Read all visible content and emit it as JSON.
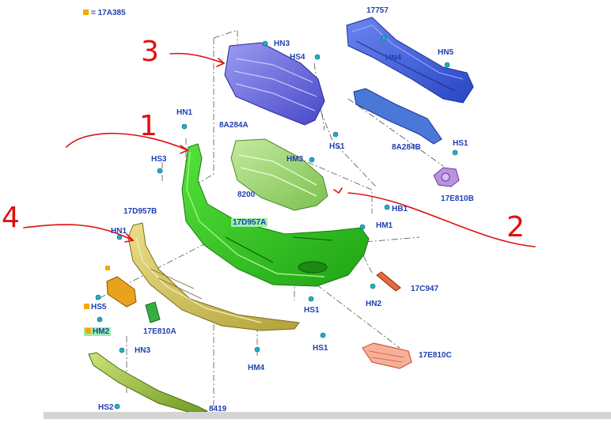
{
  "legend": {
    "text": "= 17A385",
    "color": "#f2a900"
  },
  "annotations": [
    "1",
    "2",
    "3",
    "4"
  ],
  "labels": {
    "hn3_top": "HN3",
    "hs4": "HS4",
    "p17757": "17757",
    "hn4": "HN4",
    "hn5": "HN5",
    "p8a284a": "8A284A",
    "hn1_top": "HN1",
    "hs1_a": "HS1",
    "p8a284b": "8A284B",
    "hs1_b": "HS1",
    "hs3": "HS3",
    "hm3": "HM3",
    "p8200": "8200",
    "p17e810b": "17E810B",
    "p17d957b": "17D957B",
    "p17d957a": "17D957A",
    "hb1": "HB1",
    "hm1": "HM1",
    "hn1_left": "HN1",
    "p17c947": "17C947",
    "hn2": "HN2",
    "hs5": "HS5",
    "hs1_c": "HS1",
    "p17e810a": "17E810A",
    "hm2": "HM2",
    "hs1_d": "HS1",
    "hn3_low": "HN3",
    "p17e810c": "17E810C",
    "hm4": "HM4",
    "hs2": "HS2",
    "p8419": "8419"
  },
  "colors": {
    "label": "#1f3fb0",
    "annotation": "#e01010",
    "bumper_cover": "#33c01e",
    "grille_upper": "#6e6ee6",
    "reinforcement": "#3e62d8",
    "grille_lower": "#9ad26c",
    "valance": "#d2c25a",
    "bracket_orange": "#e8a21c",
    "reflector": "#f08a6a",
    "cover_purple": "#b08ad8",
    "fastener": "#19b4c8"
  }
}
